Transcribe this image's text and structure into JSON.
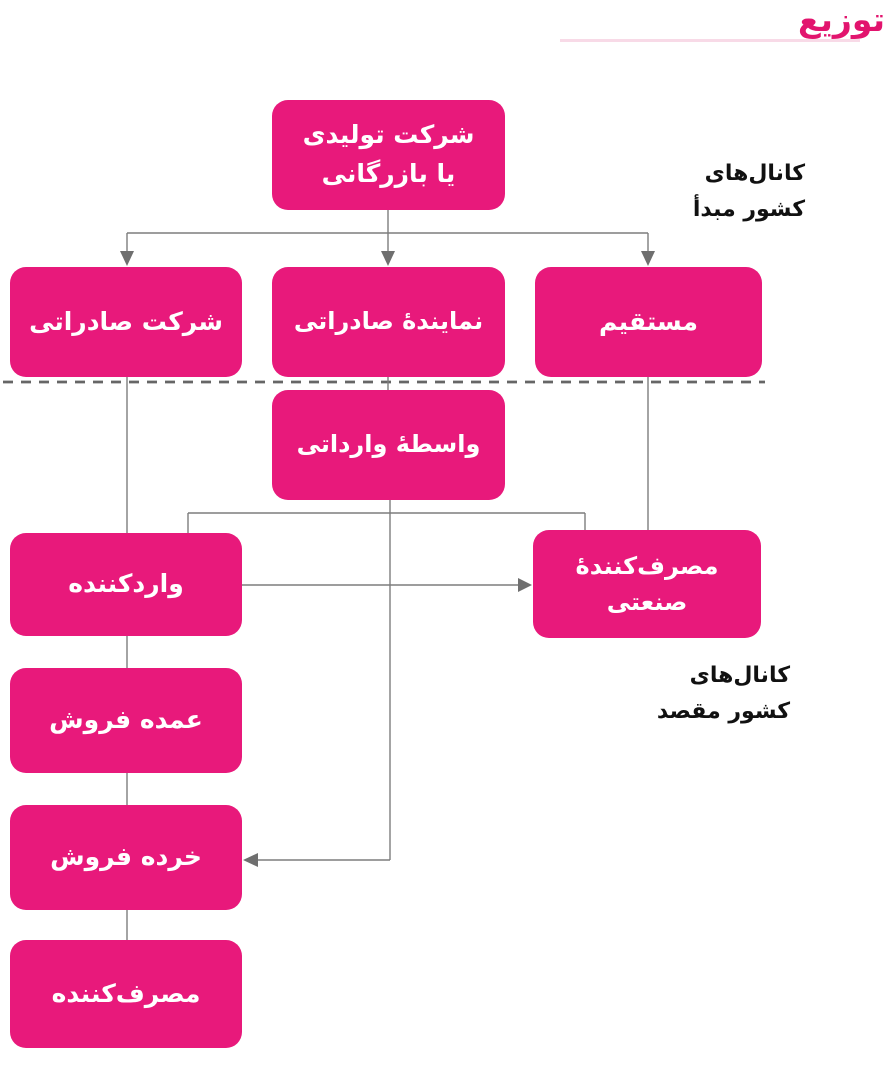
{
  "title": "توزیع",
  "labels": {
    "origin": {
      "line1": "کانال‌های",
      "line2": "کشور مبدأ"
    },
    "destination": {
      "line1": "کانال‌های",
      "line2": "کشور مقصد"
    }
  },
  "boxes": {
    "company": {
      "line1": "شرکت تولیدی",
      "line2": "یا بازرگانی"
    },
    "export_company": {
      "line1": "شرکت صادراتی"
    },
    "export_agent": {
      "line1": "نمایندۀ صادراتی"
    },
    "direct": {
      "line1": "مستقیم"
    },
    "import_intermediary": {
      "line1": "واسطۀ وارداتی"
    },
    "importer": {
      "line1": "واردکننده"
    },
    "industrial_consumer": {
      "line1": "مصرف‌کنندۀ",
      "line2": "صنعتی"
    },
    "wholesaler": {
      "line1": "عمده فروش"
    },
    "retailer": {
      "line1": "خرده فروش"
    },
    "consumer": {
      "line1": "مصرف‌کننده"
    }
  },
  "colors": {
    "box": "#e8197b",
    "title": "#e2146e",
    "line": "#7d7d7d",
    "arrow": "#6f6f6f",
    "dash": "#666666",
    "label": "#111111"
  }
}
